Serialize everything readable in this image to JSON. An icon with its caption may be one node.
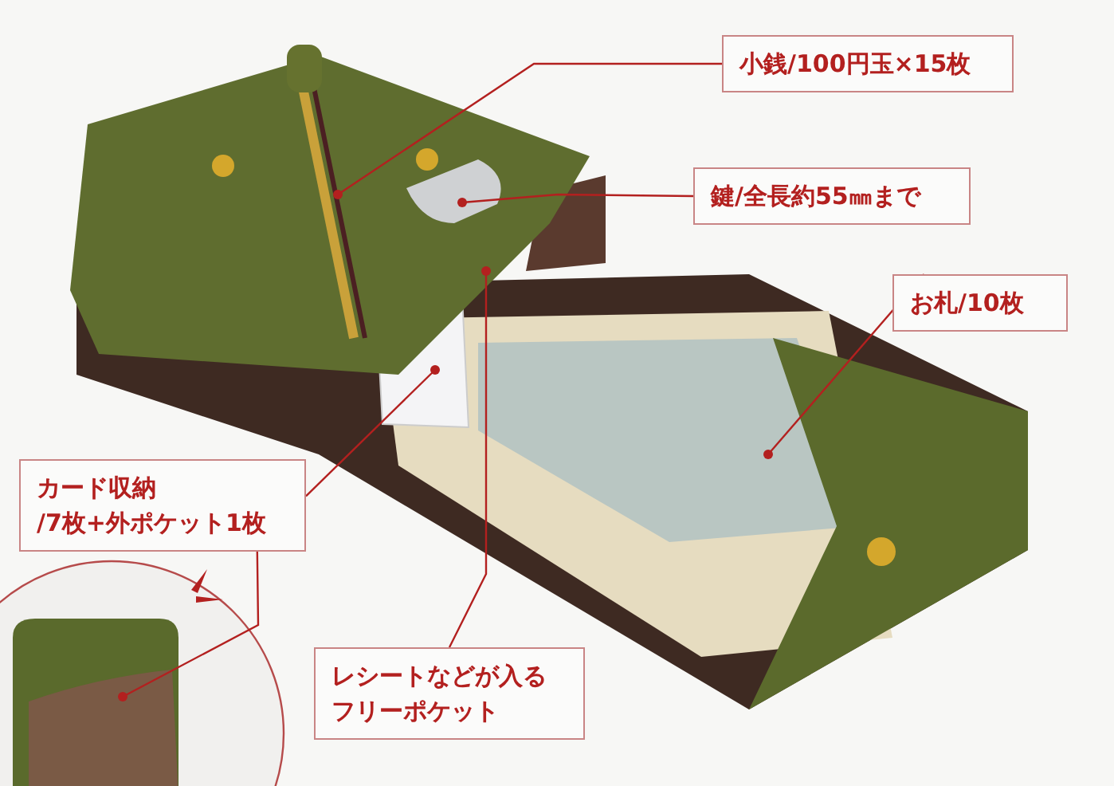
{
  "diagram": {
    "nodes": [
      {
        "text": [
          "小銭/100円玉×15枚"
        ]
      },
      {
        "text": [
          "鍵/全長約55㎜まで"
        ]
      },
      {
        "text": [
          "お札/10枚"
        ]
      },
      {
        "text": [
          "カード収納/7枚+外ポケット1枚"
        ]
      },
      {
        "text": [
          "レシートなどが入るフリーポケット"
        ]
      }
    ],
    "edges": [
      {
        "from": 0,
        "to": null,
        "arrow": "other"
      },
      {
        "from": 1,
        "to": null,
        "arrow": "other"
      },
      {
        "from": 2,
        "to": null,
        "arrow": "other"
      },
      {
        "from": 3,
        "to": null,
        "arrow": "other"
      },
      {
        "from": 3,
        "to": null,
        "arrow": "other"
      },
      {
        "from": 4,
        "to": null,
        "arrow": "other"
      }
    ]
  }
}
